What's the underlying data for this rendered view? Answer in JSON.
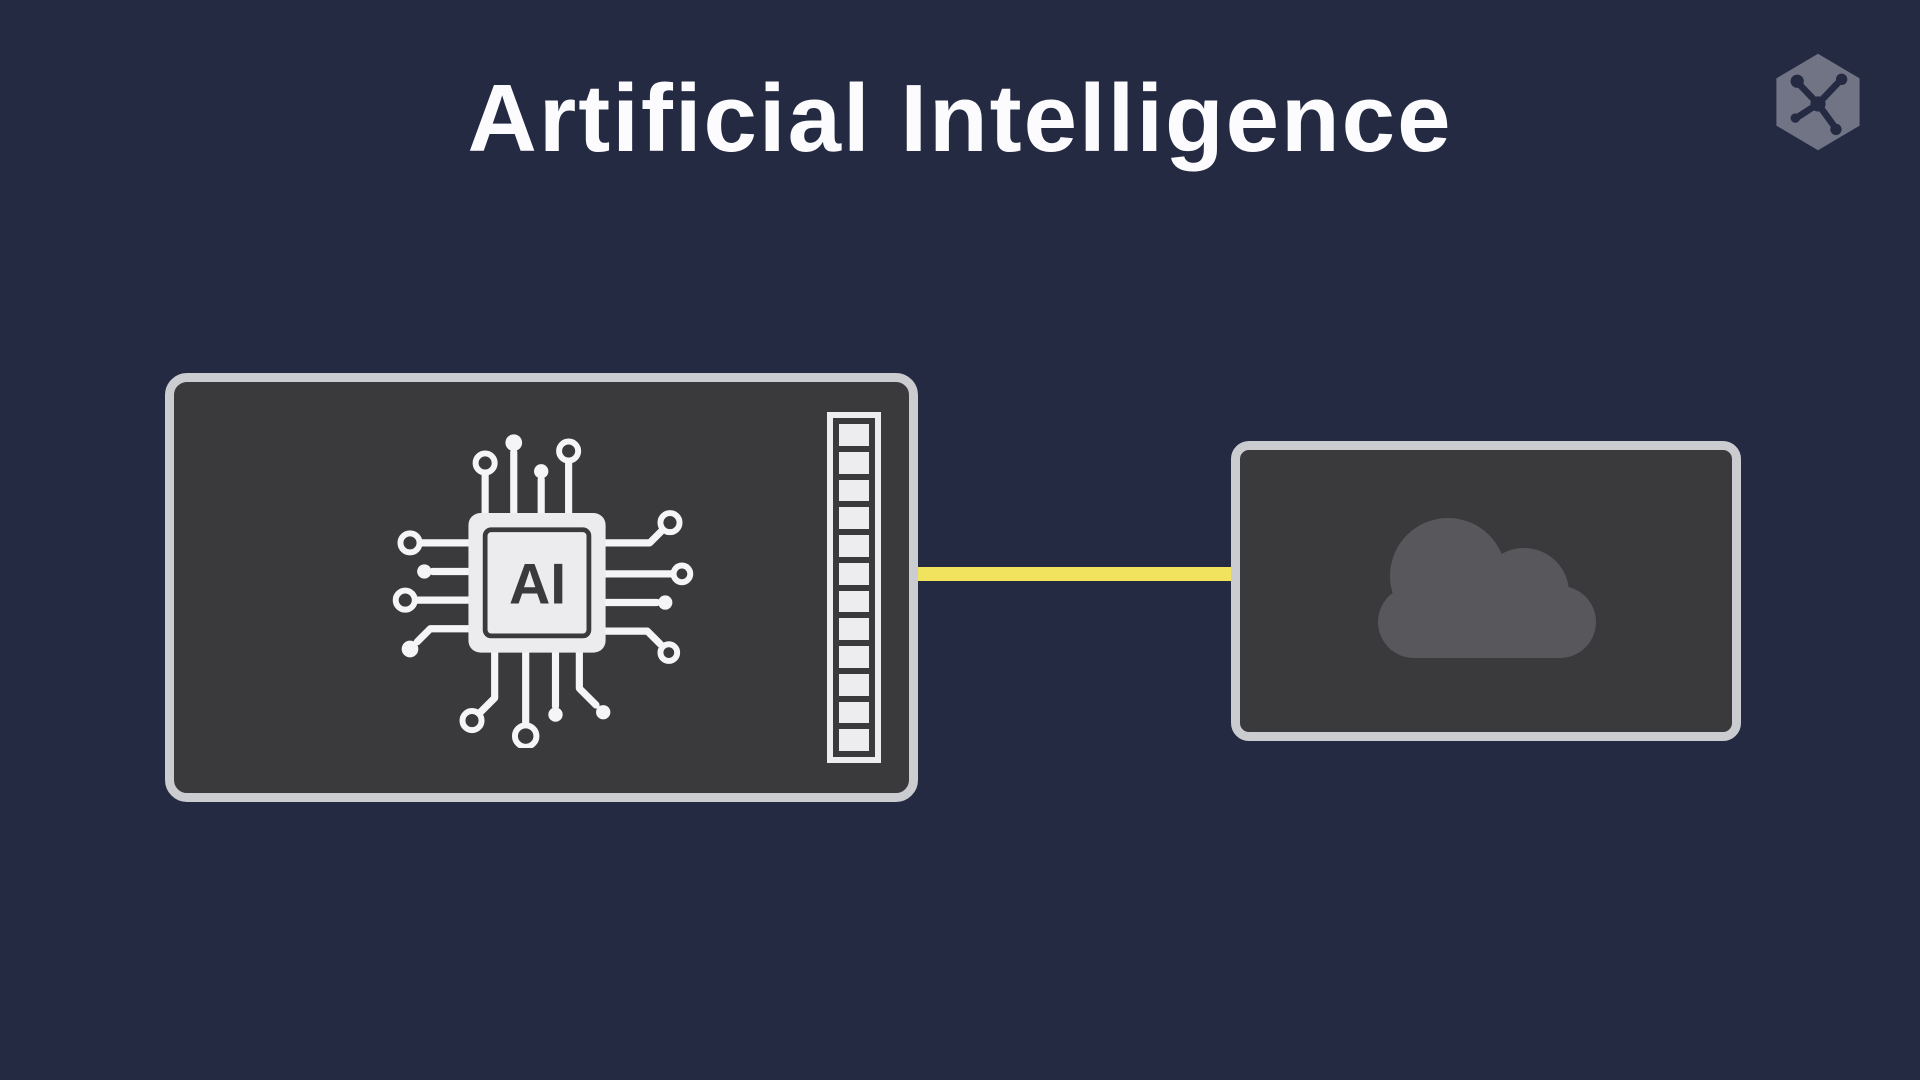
{
  "page": {
    "title": "Artificial Intelligence",
    "background_color": "#252a43",
    "title_color": "#fcfcfe"
  },
  "diagram": {
    "device_box": {
      "name": "ai-processor-device",
      "chip_label": "AI",
      "fill": "#3a3a3d",
      "border_color": "#cbccd0",
      "connector_segment_count": 12
    },
    "cloud_box": {
      "name": "cloud-service",
      "fill": "#3a3a3d",
      "border_color": "#cbccd0",
      "cloud_color": "#58585c"
    },
    "connection": {
      "type": "wire",
      "color": "#f2e35f",
      "from": "ai-processor-device",
      "to": "cloud-service"
    }
  },
  "icons": {
    "brand_logo": "hexagon-circuit-logo-icon",
    "chip": "ai-chip-icon",
    "connector": "connector-pin-strip",
    "cloud": "cloud-icon"
  }
}
